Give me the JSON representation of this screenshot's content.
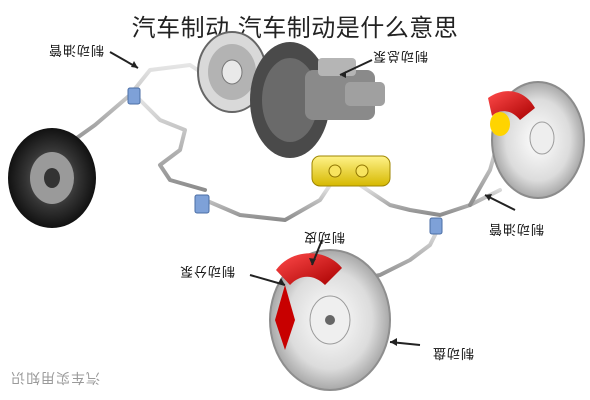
{
  "title": "汽车制动,汽车制动是什么意思",
  "labels": {
    "brake_line_top_left": "制动油管",
    "master_cylinder": "制动总泵",
    "brake_line_right": "制动油管",
    "brake_pad": "制动皮",
    "wheel_cylinder": "制动分泵",
    "brake_disc": "制动盘"
  },
  "watermark": "汽车实用知识"
}
